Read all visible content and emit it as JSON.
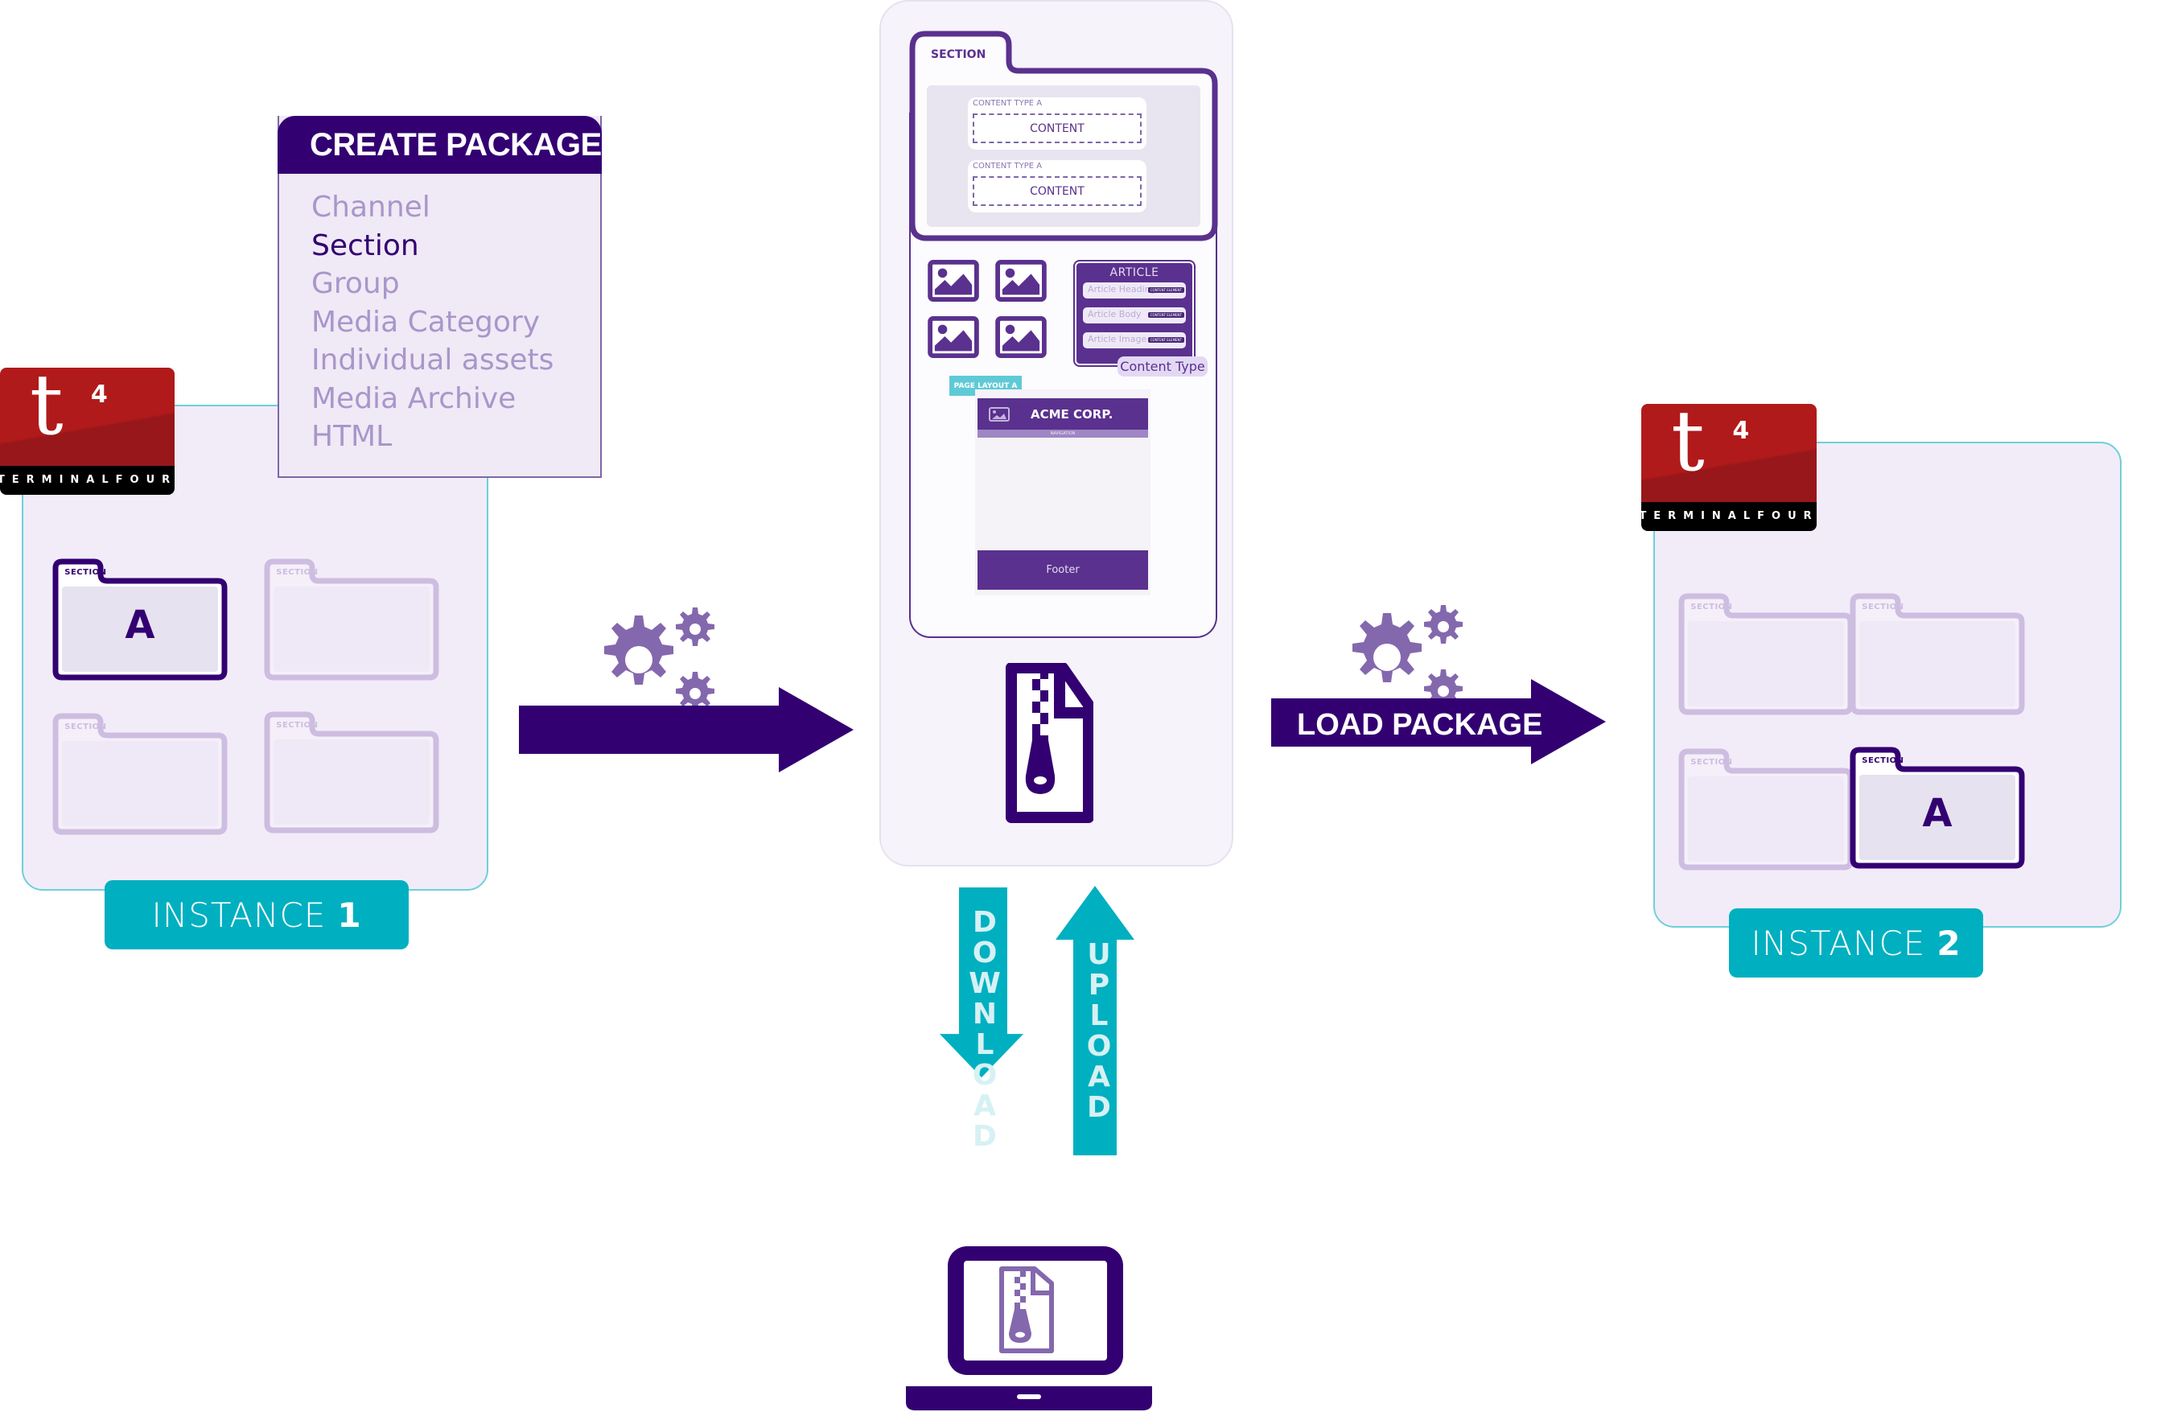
{
  "colors": {
    "brand_dark": "#330072",
    "brand_mid": "#5a318e",
    "gear": "#8468ad",
    "teal": "#00b0c0",
    "instance_bg": "#f2ecf9",
    "logo_red": "#b11a1a"
  },
  "logo": {
    "mark": "t",
    "superscript": "4",
    "wordmark": "TERMINALFOUR"
  },
  "create_package": {
    "title": "CREATE PACKAGE",
    "items": [
      {
        "label": "Channel",
        "active": false
      },
      {
        "label": "Section",
        "active": true
      },
      {
        "label": "Group",
        "active": false
      },
      {
        "label": "Media Category",
        "active": false
      },
      {
        "label": "Individual assets",
        "active": false
      },
      {
        "label": "Media Archive",
        "active": false
      },
      {
        "label": "HTML",
        "active": false
      }
    ]
  },
  "instance1": {
    "label_prefix": "INSTANCE",
    "label_number": "1",
    "folders": [
      {
        "tab": "SECTION",
        "letter": "A",
        "highlighted": true
      },
      {
        "tab": "SECTION",
        "letter": "",
        "highlighted": false
      },
      {
        "tab": "SECTION",
        "letter": "",
        "highlighted": false
      },
      {
        "tab": "SECTION",
        "letter": "",
        "highlighted": false
      }
    ]
  },
  "instance2": {
    "label_prefix": "INSTANCE",
    "label_number": "2",
    "folders": [
      {
        "tab": "SECTION",
        "letter": "",
        "highlighted": false
      },
      {
        "tab": "SECTION",
        "letter": "",
        "highlighted": false
      },
      {
        "tab": "SECTION",
        "letter": "",
        "highlighted": false
      },
      {
        "tab": "SECTION",
        "letter": "A",
        "highlighted": true
      }
    ]
  },
  "package_panel": {
    "section_tab": "SECTION",
    "content_cards": [
      {
        "type_label": "CONTENT TYPE A",
        "content": "CONTENT"
      },
      {
        "type_label": "CONTENT TYPE A",
        "content": "CONTENT"
      }
    ],
    "article": {
      "title": "ARTICLE",
      "rows": [
        {
          "label": "Article Heading",
          "tag": "CONTENT ELEMENT"
        },
        {
          "label": "Article Body",
          "tag": "CONTENT ELEMENT"
        },
        {
          "label": "Article Image",
          "tag": "CONTENT ELEMENT"
        }
      ],
      "badge": "Content Type"
    },
    "page_layout_tag": "PAGE LAYOUT A",
    "page_mock": {
      "brand": "ACME CORP.",
      "nav": "NAVIGATION",
      "footer": "Footer"
    }
  },
  "arrows": {
    "load_package": "LOAD PACKAGE",
    "download": "DOWNLOAD",
    "upload": "UPLOAD"
  }
}
